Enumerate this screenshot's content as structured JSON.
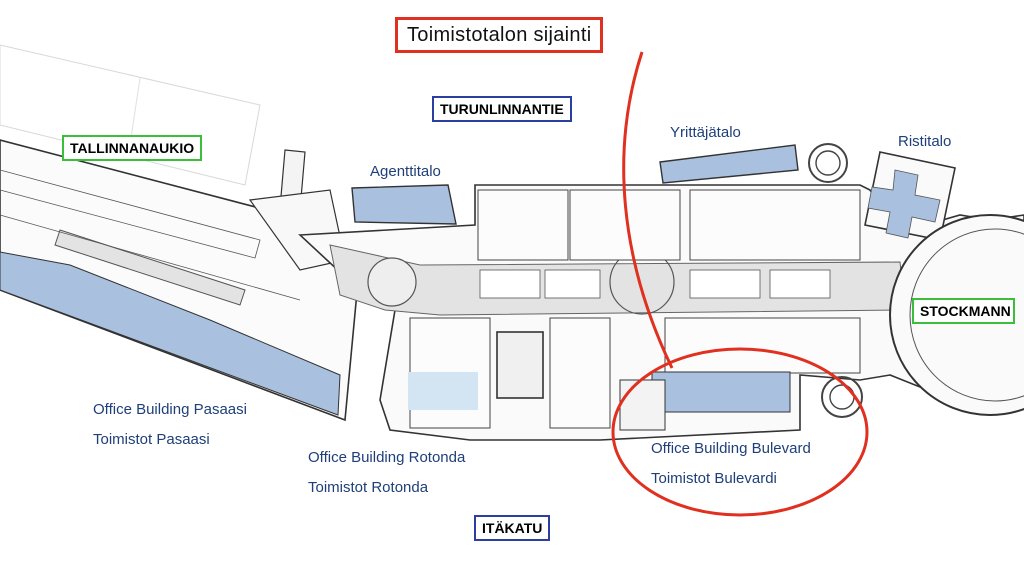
{
  "callout": {
    "text": "Toimistotalon sijainti",
    "color": "#e03020"
  },
  "streets": {
    "turunlinnantie": "TURUNLINNANTIE",
    "itakatu": "ITÄKATU",
    "street_border_color": "#2b3fa0"
  },
  "squares": {
    "tallinnanaukio": "TALLINNANAUKIO",
    "stockmann": "STOCKMANN",
    "square_border_color": "#3bbf3b"
  },
  "buildings": {
    "agenttitalo": "Agenttitalo",
    "yrittajatalo": "Yrittäjätalo",
    "ristitalo": "Ristitalo"
  },
  "offices": {
    "pasaasi_en": "Office Building Pasaasi",
    "pasaasi_fi": "Toimistot Pasaasi",
    "rotonda_en": "Office Building Rotonda",
    "rotonda_fi": "Toimistot Rotonda",
    "bulevard_en": "Office Building Bulevard",
    "bulevard_fi": "Toimistot Bulevardi"
  },
  "colors": {
    "office_fill": "#a9c1df",
    "office_light_fill": "#d3e4f3",
    "corridor_fill": "#e3e3e3",
    "wall_stroke": "#333333",
    "label_text": "#1f3f78"
  }
}
